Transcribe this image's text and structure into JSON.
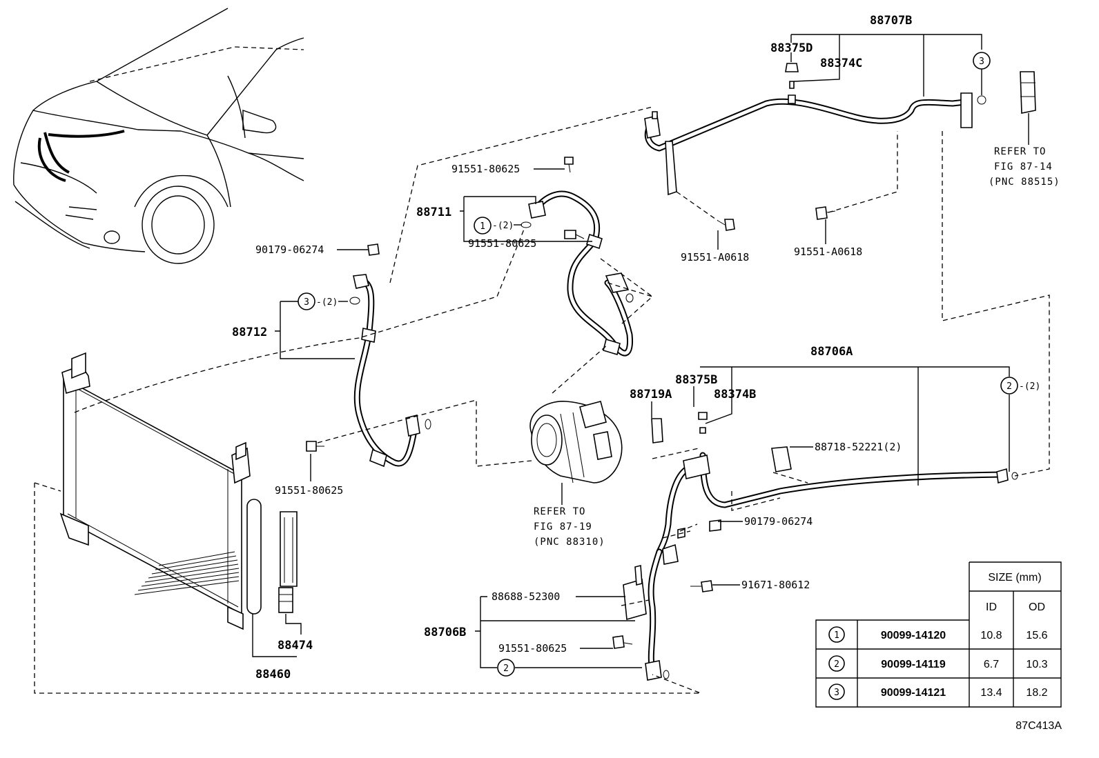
{
  "labels": {
    "p88707B": "88707B",
    "p88375D": "88375D",
    "p88374C": "88374C",
    "refer1_line1": "REFER TO",
    "refer1_line2": "FIG 87-14",
    "refer1_line3": "(PNC 88515)",
    "p91551_80625_top": "91551-80625",
    "p88711": "88711",
    "p88711_qty": "-(2)",
    "p91551_80625_mid": "91551-80625",
    "p90179_06274_left": "90179-06274",
    "p88712_qty": "-(2)",
    "p88712": "88712",
    "p91551_A0618_a": "91551-A0618",
    "p91551_A0618_b": "91551-A0618",
    "p88706A": "88706A",
    "p88375B": "88375B",
    "p88719A": "88719A",
    "p88374B": "88374B",
    "p88706A_qty": "-(2)",
    "p88718_52221": "88718-52221(2)",
    "p91551_80625_low": "91551-80625",
    "refer2_line1": "REFER TO",
    "refer2_line2": "FIG 87-19",
    "refer2_line3": "(PNC 88310)",
    "p90179_06274_right": "90179-06274",
    "p91671_80612": "91671-80612",
    "p88688_52300": "88688-52300",
    "p88706B": "88706B",
    "p91551_80625_bot": "91551-80625",
    "p88474": "88474",
    "p88460": "88460",
    "figure_code": "87C413A"
  },
  "callouts": {
    "c1": "1",
    "c2": "2",
    "c3": "3"
  },
  "table": {
    "size_header": "SIZE (mm)",
    "col_id": "ID",
    "col_od": "OD",
    "rows": [
      {
        "mark": "1",
        "part": "90099-14120",
        "id": "10.8",
        "od": "15.6"
      },
      {
        "mark": "2",
        "part": "90099-14119",
        "id": "6.7",
        "od": "10.3"
      },
      {
        "mark": "3",
        "part": "90099-14121",
        "id": "13.4",
        "od": "18.2"
      }
    ]
  }
}
